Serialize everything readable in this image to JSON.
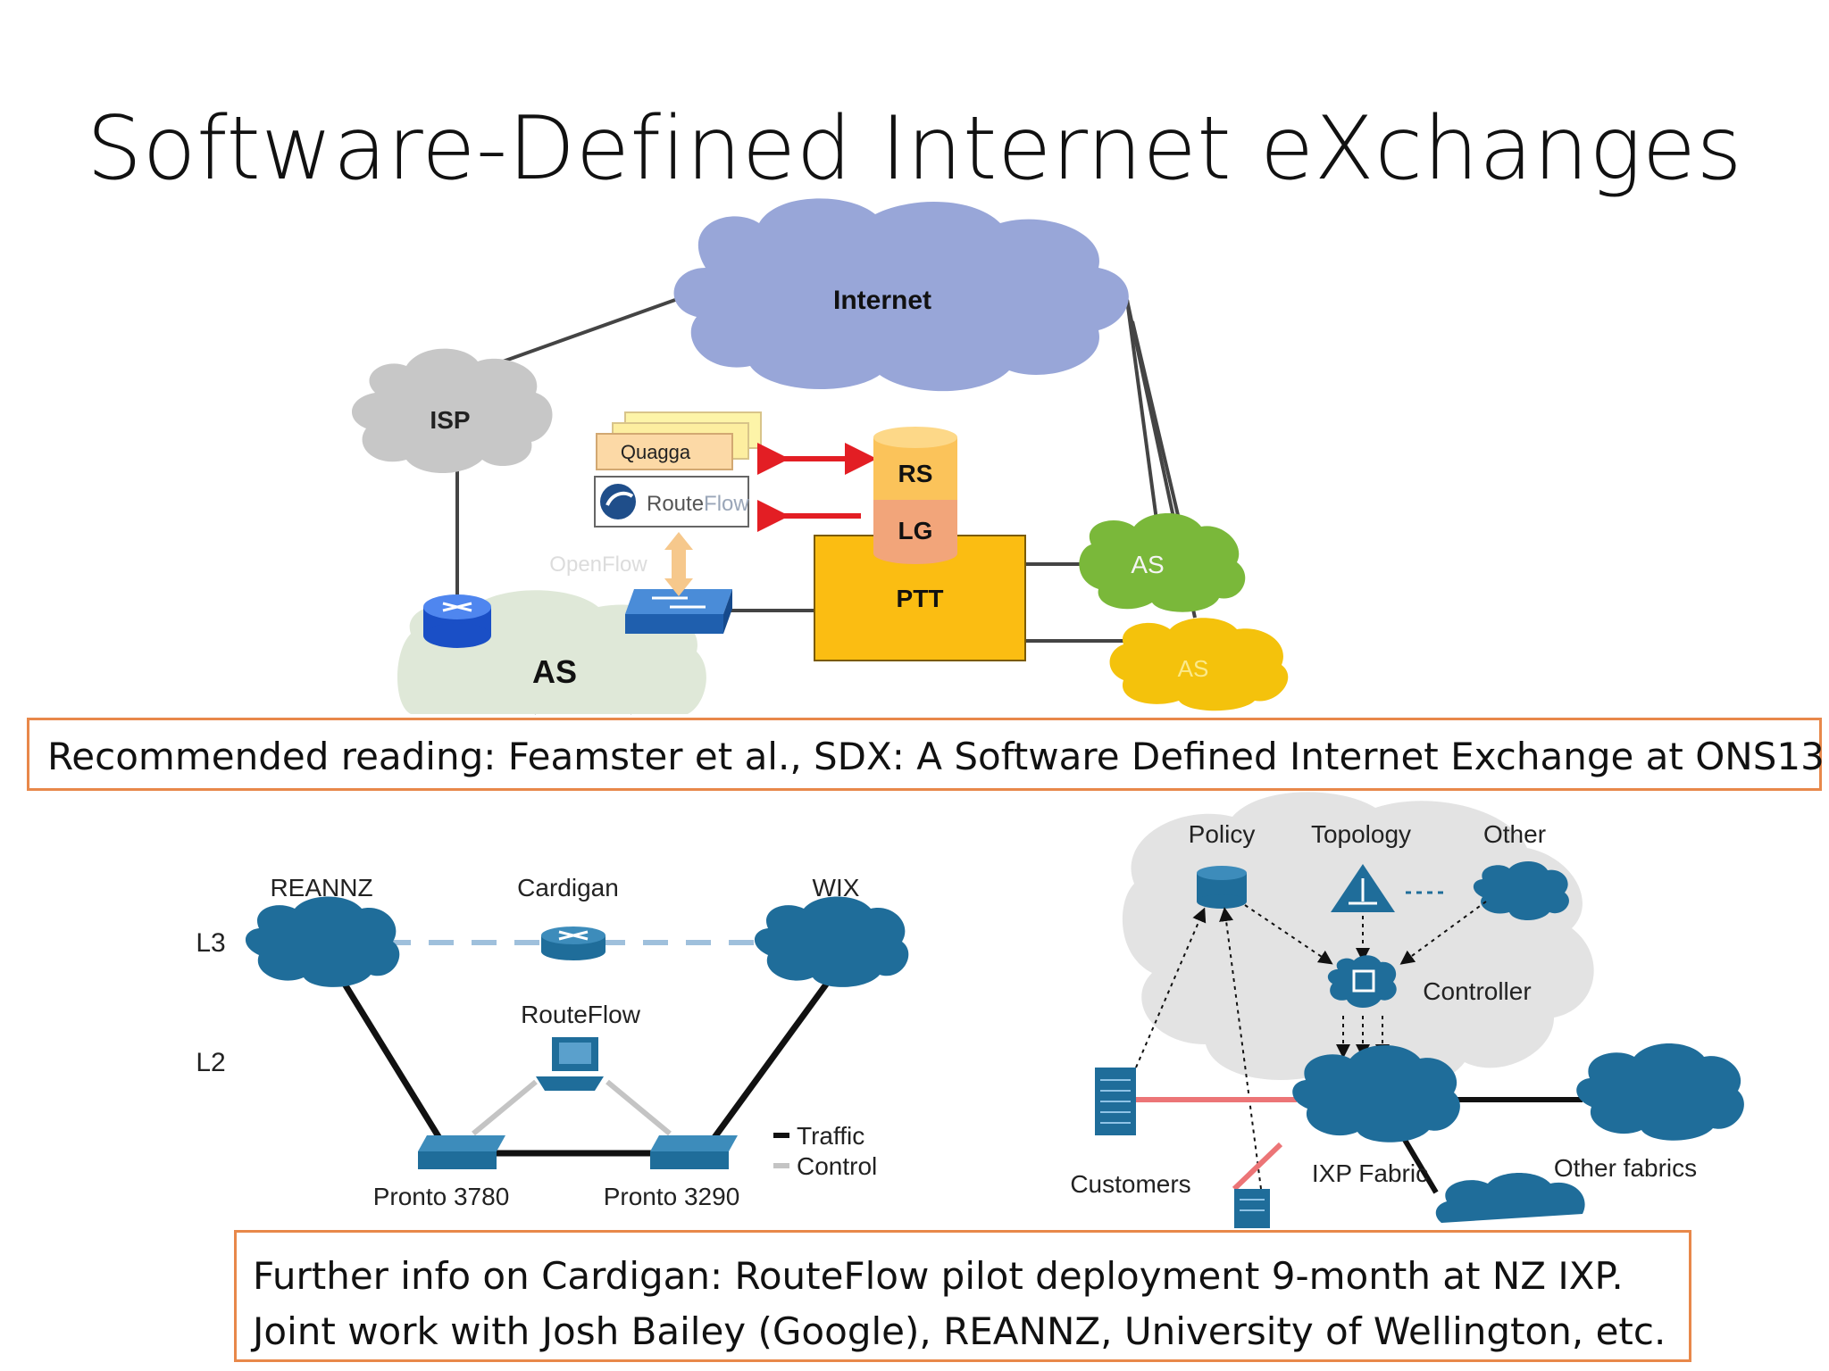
{
  "title": "Software-Defined Internet eXchanges",
  "top_diagram": {
    "internet": "Internet",
    "isp": "ISP",
    "quagga": "Quagga",
    "routeflow_prefix": "Route",
    "routeflow_suffix": "Flow",
    "openflow": "OpenFlow",
    "rs": "RS",
    "lg": "LG",
    "ptt": "PTT",
    "as_green": "AS",
    "as_yellow": "AS",
    "as_left": "AS",
    "colors": {
      "internet": "#98a6d8",
      "isp": "#c7c7c7",
      "quagga": "#fcd9a6",
      "rs": "#fbc35a",
      "lg": "#f2a57a",
      "ptt": "#fbbd12",
      "as_green": "#7ab83a",
      "as_yellow": "#f4c20c",
      "arrow": "#e31e24"
    }
  },
  "reading": "Recommended reading: Feamster et al., SDX: A Software Defined Internet Exchange at ONS13",
  "cardigan_diagram": {
    "reannz": "REANNZ",
    "cardigan": "Cardigan",
    "wix": "WIX",
    "l3": "L3",
    "l2": "L2",
    "routeflow": "RouteFlow",
    "pronto_a": "Pronto 3780",
    "pronto_b": "Pronto 3290",
    "legend_traffic": "Traffic",
    "legend_control": "Control",
    "colors": {
      "node": "#1f6d9a",
      "control": "#c4c4c4",
      "dashed": "#9fc0dc"
    }
  },
  "ixp_diagram": {
    "policy": "Policy",
    "topology": "Topology",
    "other": "Other",
    "controller": "Controller",
    "customers": "Customers",
    "ixp_fabric": "IXP Fabric",
    "other_fabrics": "Other fabrics",
    "colors": {
      "node": "#1f6d9a",
      "customer_link": "#ec7577",
      "background": "#e3e3e3"
    }
  },
  "further_info": {
    "line1": "Further info on Cardigan: RouteFlow pilot deployment 9-month at NZ IXP.",
    "line2": "Joint work with Josh Bailey (Google), REANNZ, University of Wellington, etc."
  }
}
